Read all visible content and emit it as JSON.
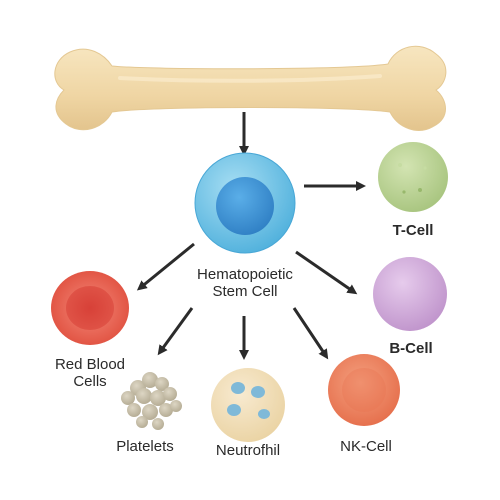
{
  "diagram": {
    "center": {
      "label_line1": "Hematopoietic",
      "label_line2": "Stem Cell"
    },
    "outputs": {
      "t_cell": "T-Cell",
      "b_cell": "B-Cell",
      "rbc_line1": "Red Blood",
      "rbc_line2": "Cells",
      "platelets": "Platelets",
      "neutrophil": "Neutrofhil",
      "nk_cell": "NK-Cell"
    }
  },
  "colors": {
    "bone": "#f1d9a8",
    "stem_cell": "#5bb8e0",
    "stem_nucleus": "#3a8fd0",
    "t_cell": "#b5cf8e",
    "b_cell": "#cfa8d8",
    "red_blood_cell": "#e4574a",
    "platelets": "#c9bfa8",
    "neutrophil": "#f0dcb2",
    "neutrophil_granules": "#7fb9d8",
    "nk_cell": "#ec7f5c",
    "arrow": "#2b2b2b"
  }
}
